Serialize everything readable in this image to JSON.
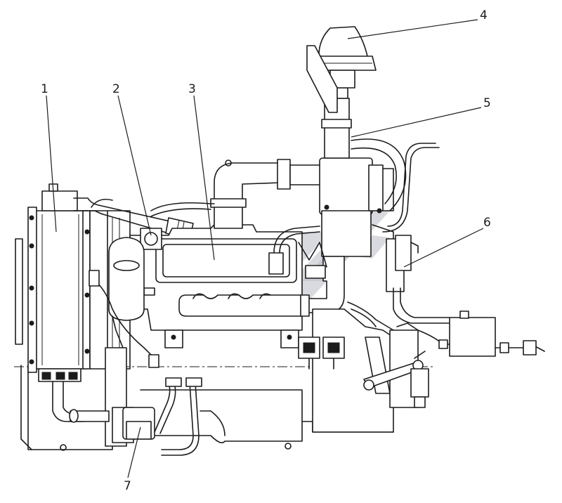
{
  "callouts": [
    {
      "id": "c1",
      "label": "1"
    },
    {
      "id": "c2",
      "label": "2"
    },
    {
      "id": "c3",
      "label": "3"
    },
    {
      "id": "c4",
      "label": "4"
    },
    {
      "id": "c5",
      "label": "5"
    },
    {
      "id": "c6",
      "label": "6"
    },
    {
      "id": "c7",
      "label": "7"
    }
  ],
  "colors": {
    "line": "#1c1c1c",
    "watermark": "#b9bcc7",
    "background": "#ffffff"
  },
  "watermark": {
    "icon": "watermark-logo-icon"
  }
}
